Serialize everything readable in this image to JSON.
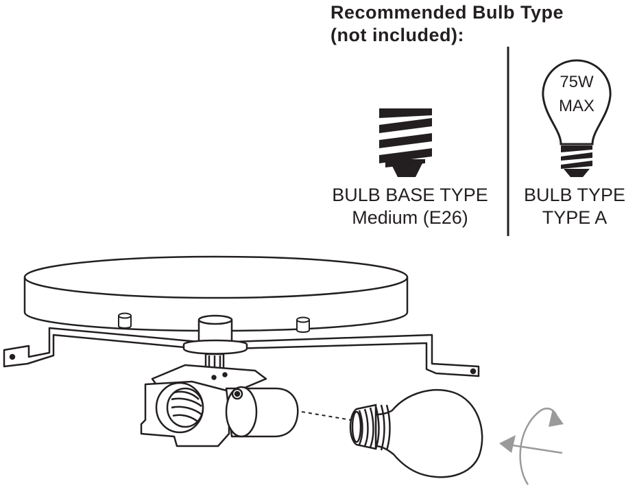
{
  "header": {
    "line1": "Recommended Bulb Type",
    "line2": "(not included):"
  },
  "base_type": {
    "label": "BULB BASE TYPE",
    "value": "Medium (E26)"
  },
  "bulb_type": {
    "label": "BULB TYPE",
    "value": "TYPE A",
    "watt_line1": "75W",
    "watt_line2": "MAX"
  },
  "colors": {
    "ink": "#231f20",
    "arrow": "#9a9a9a"
  }
}
